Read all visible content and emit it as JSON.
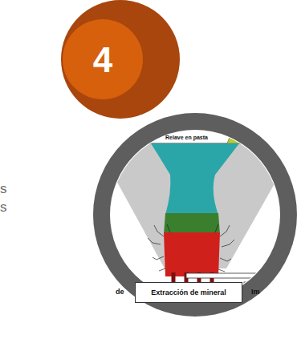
{
  "diagram": {
    "nodes": [
      {
        "text": [
          "4"
        ]
      },
      {
        "text": [
          "Extracción de mineral"
        ]
      }
    ],
    "labels": [
      "Relave en pasta",
      "de",
      "Im",
      "s",
      "s"
    ]
  }
}
